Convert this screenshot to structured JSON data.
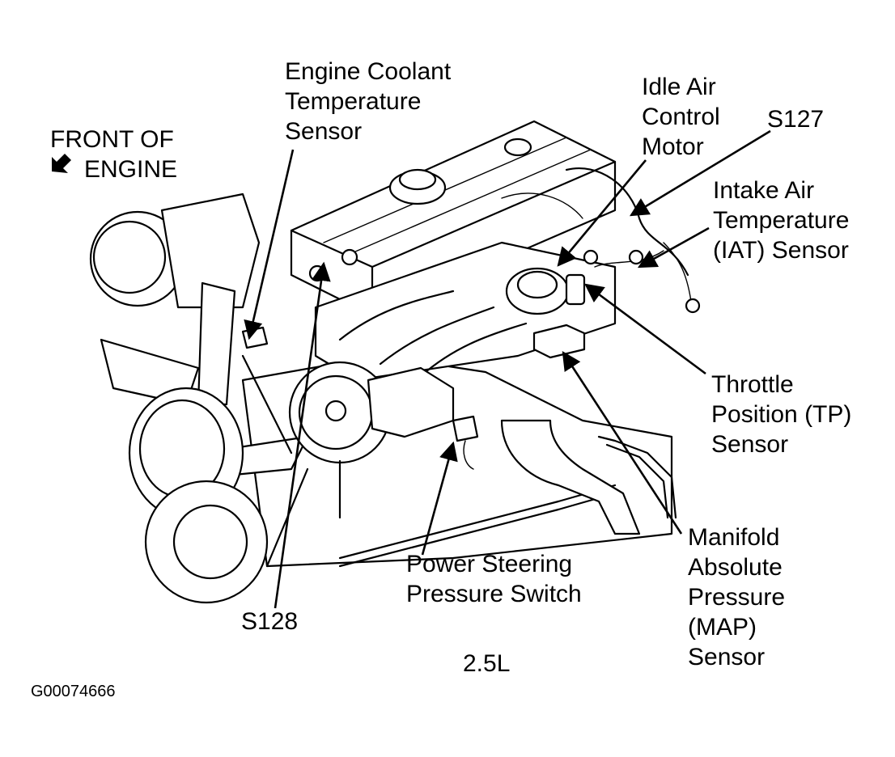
{
  "front_of_engine": {
    "line1": "FRONT OF",
    "line2": "ENGINE",
    "arrow_icon": "front-arrow-icon"
  },
  "labels": {
    "ect": [
      "Engine Coolant",
      "Temperature",
      "Sensor"
    ],
    "iac": [
      "Idle Air",
      "Control",
      "Motor"
    ],
    "s127": "S127",
    "iat": [
      "Intake Air",
      "Temperature",
      "(IAT) Sensor"
    ],
    "tp": [
      "Throttle",
      "Position (TP)",
      "Sensor"
    ],
    "map": [
      "Manifold",
      "Absolute",
      "Pressure",
      "(MAP)",
      "Sensor"
    ],
    "ps": [
      "Power Steering",
      "Pressure Switch"
    ],
    "s128": "S128"
  },
  "engine_size": "2.5L",
  "figure_id": "G00074666"
}
